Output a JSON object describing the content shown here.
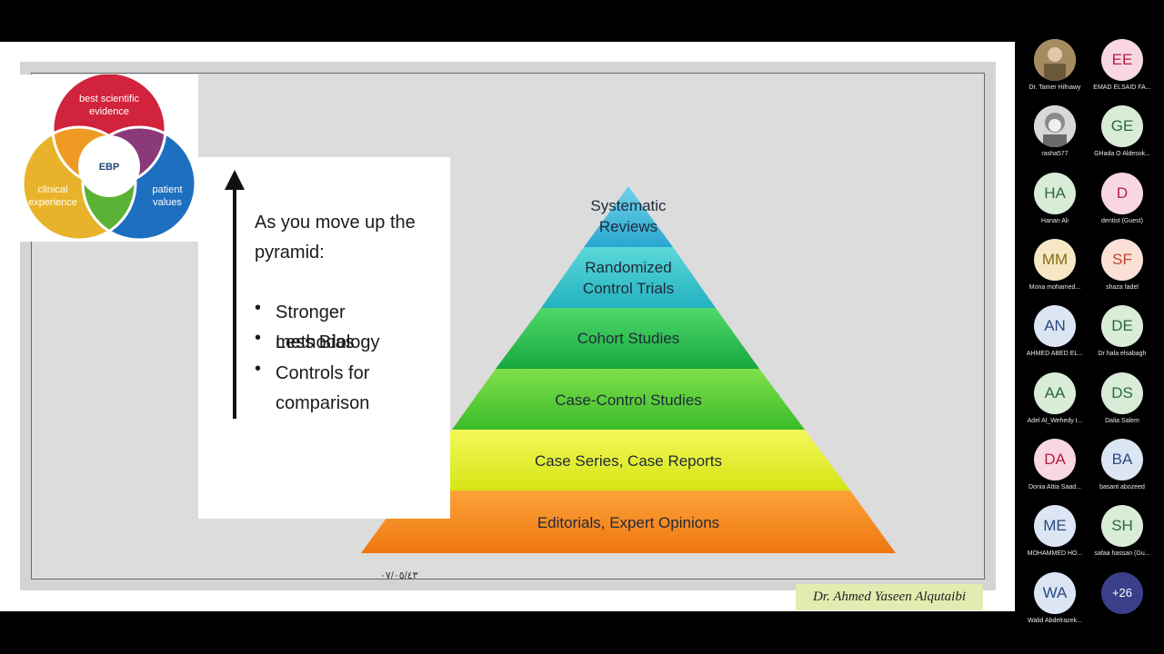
{
  "slide": {
    "ebp": {
      "top": "best scientific\nevidence",
      "top_l1": "best scientific",
      "top_l2": "evidence",
      "left_l1": "clinical",
      "left_l2": "experience",
      "right_l1": "patient",
      "right_l2": "values",
      "center": "EBP",
      "colors": {
        "top": "#d2233c",
        "left": "#e8b32a",
        "right": "#1d6fc0",
        "top_left": "#ef9a23",
        "top_right": "#8a3a7a",
        "bottom": "#5bb336",
        "center": "#ffffff"
      }
    },
    "text": {
      "heading_l1": "As you move up the",
      "heading_l2": "pyramid:",
      "bullet_char": "•",
      "b1": "Stronger methodology",
      "b2": "Less Bias",
      "b3_l1": "Controls for",
      "b3_l2": "comparison"
    },
    "pyramid": {
      "levels": [
        {
          "l1": "Systematic",
          "l2": "Reviews",
          "color": "#3fb9d8"
        },
        {
          "l1": "Randomized",
          "l2": "Control Trials",
          "color": "#35c9c8"
        },
        {
          "l1": "Cohort Studies",
          "l2": "",
          "color": "#27c24a"
        },
        {
          "l1": "Case-Control Studies",
          "l2": "",
          "color": "#5fd233"
        },
        {
          "l1": "Case Series, Case Reports",
          "l2": "",
          "color": "#e6f023"
        },
        {
          "l1": "Editorials, Expert Opinions",
          "l2": "",
          "color": "#f5891c"
        }
      ]
    },
    "date": "٠٧/٠٥/٤٣"
  },
  "presenter": "Dr. Ahmed Yaseen Alqutaibi",
  "participants": [
    {
      "initials": "",
      "name": "Dr. Tamer Hifnawy",
      "bg": "#b8a27a",
      "fg": "#000000",
      "photo": true
    },
    {
      "initials": "EE",
      "name": "EMAD ELSAID FA...",
      "bg": "#f8d7e1",
      "fg": "#b3204a"
    },
    {
      "initials": "",
      "name": "rasha577",
      "bg": "#cfcfcf",
      "fg": "#000000",
      "photo": true
    },
    {
      "initials": "GE",
      "name": "GHada O Aldesok...",
      "bg": "#d8ecd8",
      "fg": "#2d6a3a"
    },
    {
      "initials": "HA",
      "name": "Hanan Ali",
      "bg": "#d8ecd8",
      "fg": "#2d6a3a"
    },
    {
      "initials": "D",
      "name": "dentist (Guest)",
      "bg": "#f8d7e1",
      "fg": "#b3204a"
    },
    {
      "initials": "MM",
      "name": "Mona mohamed...",
      "bg": "#f6e8c4",
      "fg": "#8a6a10"
    },
    {
      "initials": "SF",
      "name": "shaza fadel",
      "bg": "#fbe0d6",
      "fg": "#b8432a"
    },
    {
      "initials": "AN",
      "name": "AHMED ABED EL...",
      "bg": "#dbe5f4",
      "fg": "#2b4a80"
    },
    {
      "initials": "DE",
      "name": "Dr hala elsabagh",
      "bg": "#d8ecd8",
      "fg": "#2d6a3a"
    },
    {
      "initials": "AA",
      "name": "Adel Al_Wehedy I...",
      "bg": "#d8ecd8",
      "fg": "#2d6a3a"
    },
    {
      "initials": "DS",
      "name": "Dalia Salem",
      "bg": "#d8ecd8",
      "fg": "#2d6a3a"
    },
    {
      "initials": "DA",
      "name": "Donia Attia Saad...",
      "bg": "#f8d7e1",
      "fg": "#b3204a"
    },
    {
      "initials": "BA",
      "name": "basant abozeed",
      "bg": "#dbe5f4",
      "fg": "#2b4a80"
    },
    {
      "initials": "ME",
      "name": "MOHAMMED HO...",
      "bg": "#dbe5f4",
      "fg": "#2b4a80"
    },
    {
      "initials": "SH",
      "name": "safaa hassan (Gu...",
      "bg": "#d8ecd8",
      "fg": "#2d6a3a"
    },
    {
      "initials": "WA",
      "name": "Walid Abdelrazek...",
      "bg": "#dbe5f4",
      "fg": "#2b4a80"
    },
    {
      "initials": "+26",
      "name": "",
      "bg": "#3a3f8a",
      "fg": "#ffffff"
    }
  ]
}
